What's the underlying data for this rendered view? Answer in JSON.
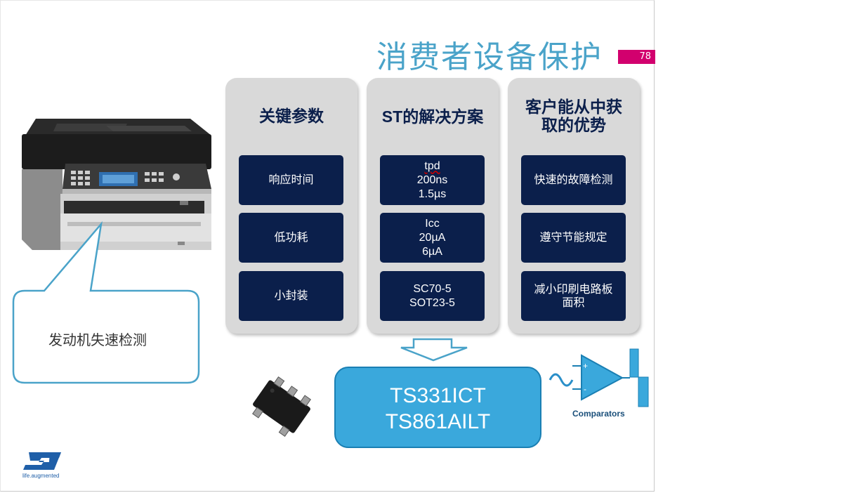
{
  "slide": {
    "title": "消费者设备保护",
    "page_number": "78"
  },
  "panels": [
    {
      "title": "关键参数",
      "boxes": [
        "响应时间",
        "低功耗",
        "小封装"
      ]
    },
    {
      "title_prefix": "ST",
      "title_rest": "的解决方案",
      "boxes": [
        [
          "tpd",
          "200ns",
          "1.5µs"
        ],
        [
          "Icc",
          "20µA",
          "6µA"
        ],
        [
          "SC70-5",
          "SOT23-5"
        ]
      ]
    },
    {
      "title_lines": [
        "客户能从中获",
        "取的优势"
      ],
      "boxes": [
        "快速的故障检测",
        "遵守节能规定",
        [
          "减小印刷电路板",
          "面积"
        ]
      ]
    }
  ],
  "callout": {
    "text": "发动机失速检测"
  },
  "product": {
    "line1": "TS331ICT",
    "line2": "TS861AILT"
  },
  "comparator": {
    "label": "Comparators"
  },
  "logo": {
    "tagline": "life.augmented",
    "brand": "ST"
  },
  "colors": {
    "title": "#4aa3c9",
    "page_badge": "#d2006e",
    "navy_box": "#0b1f4b",
    "product_box": "#3aa8dc",
    "panel_bg": "#d9d9d9"
  }
}
